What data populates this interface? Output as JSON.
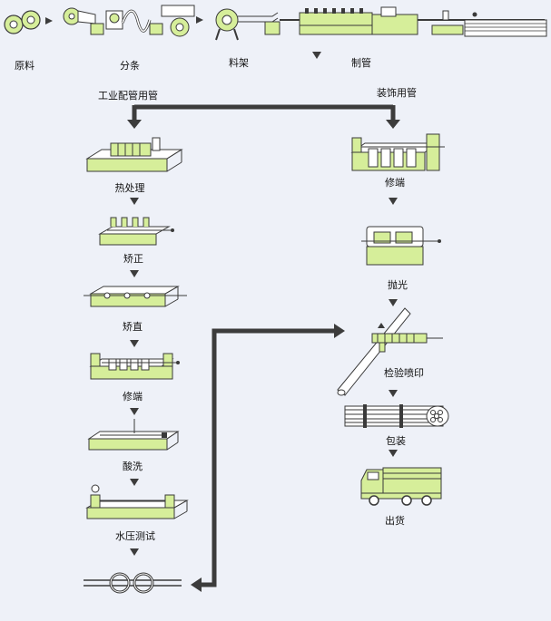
{
  "top_row": {
    "raw_material": "原料",
    "slitting": "分条",
    "material_rack": "料架",
    "tube_making": "制管"
  },
  "branches": {
    "industrial": "工业配管用管",
    "decorative": "装饰用管"
  },
  "industrial_steps": [
    "热处理",
    "矫正",
    "矫直",
    "修端",
    "酸洗",
    "水压测试"
  ],
  "decorative_steps": [
    "修端",
    "抛光",
    "检验喷印",
    "包装",
    "出货"
  ],
  "colors": {
    "machine_fill": "#d6ee9a",
    "machine_stroke": "#3a3a3a",
    "arrow": "#3c3c3c",
    "background": "#eef1f8"
  }
}
